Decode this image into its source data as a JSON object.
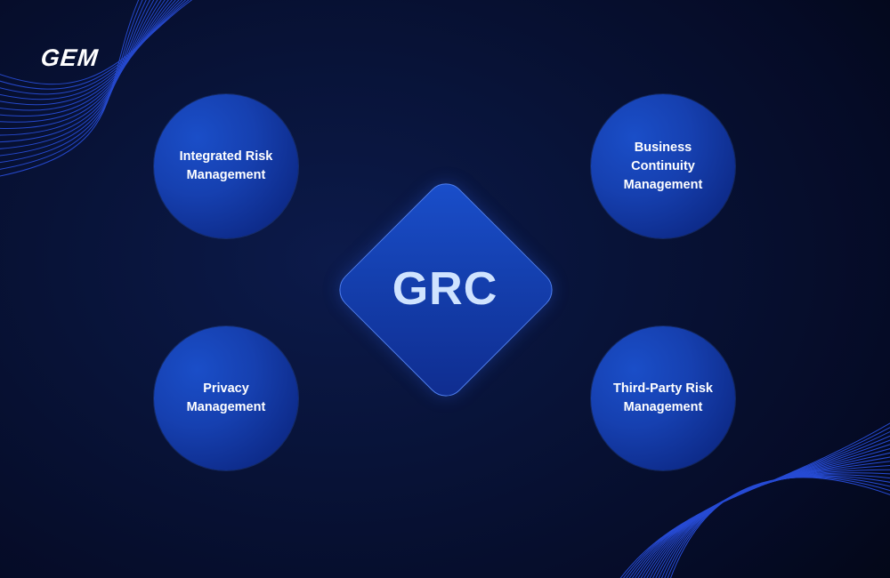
{
  "brand": {
    "logo_text": "GEM"
  },
  "center": {
    "label": "GRC"
  },
  "nodes": [
    {
      "id": "integrated-risk",
      "label": "Integrated Risk\nManagement"
    },
    {
      "id": "business-continuity",
      "label": "Business\nContinuity\nManagement"
    },
    {
      "id": "privacy",
      "label": "Privacy\nManagement"
    },
    {
      "id": "third-party-risk",
      "label": "Third-Party Risk\nManagement"
    }
  ],
  "colors": {
    "background": "#050b26",
    "circle": "#1640b0",
    "diamond_border": "#4f7ff0",
    "center_text": "#cfe3ff",
    "wave_lines": "#2f5bff"
  }
}
